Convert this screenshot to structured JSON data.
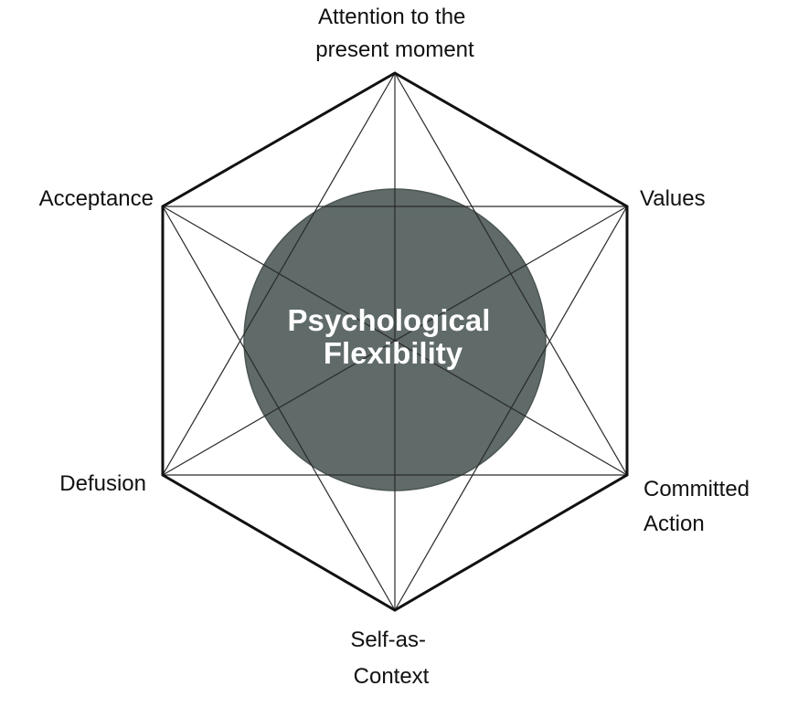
{
  "diagram": {
    "center": {
      "lines": [
        "Psychological",
        "Flexibility"
      ]
    },
    "nodes": [
      {
        "id": "top",
        "lines": [
          "Attention to the",
          "present moment"
        ]
      },
      {
        "id": "upper-right",
        "lines": [
          "Values"
        ]
      },
      {
        "id": "lower-right",
        "lines": [
          "Committed",
          "Action"
        ]
      },
      {
        "id": "bottom",
        "lines": [
          "Self-as-",
          "Context"
        ]
      },
      {
        "id": "lower-left",
        "lines": [
          "Defusion"
        ]
      },
      {
        "id": "upper-left",
        "lines": [
          "Acceptance"
        ]
      }
    ],
    "colors": {
      "core_fill": "#5f6a69",
      "edge": "#111111",
      "center_text": "#ffffff"
    }
  }
}
